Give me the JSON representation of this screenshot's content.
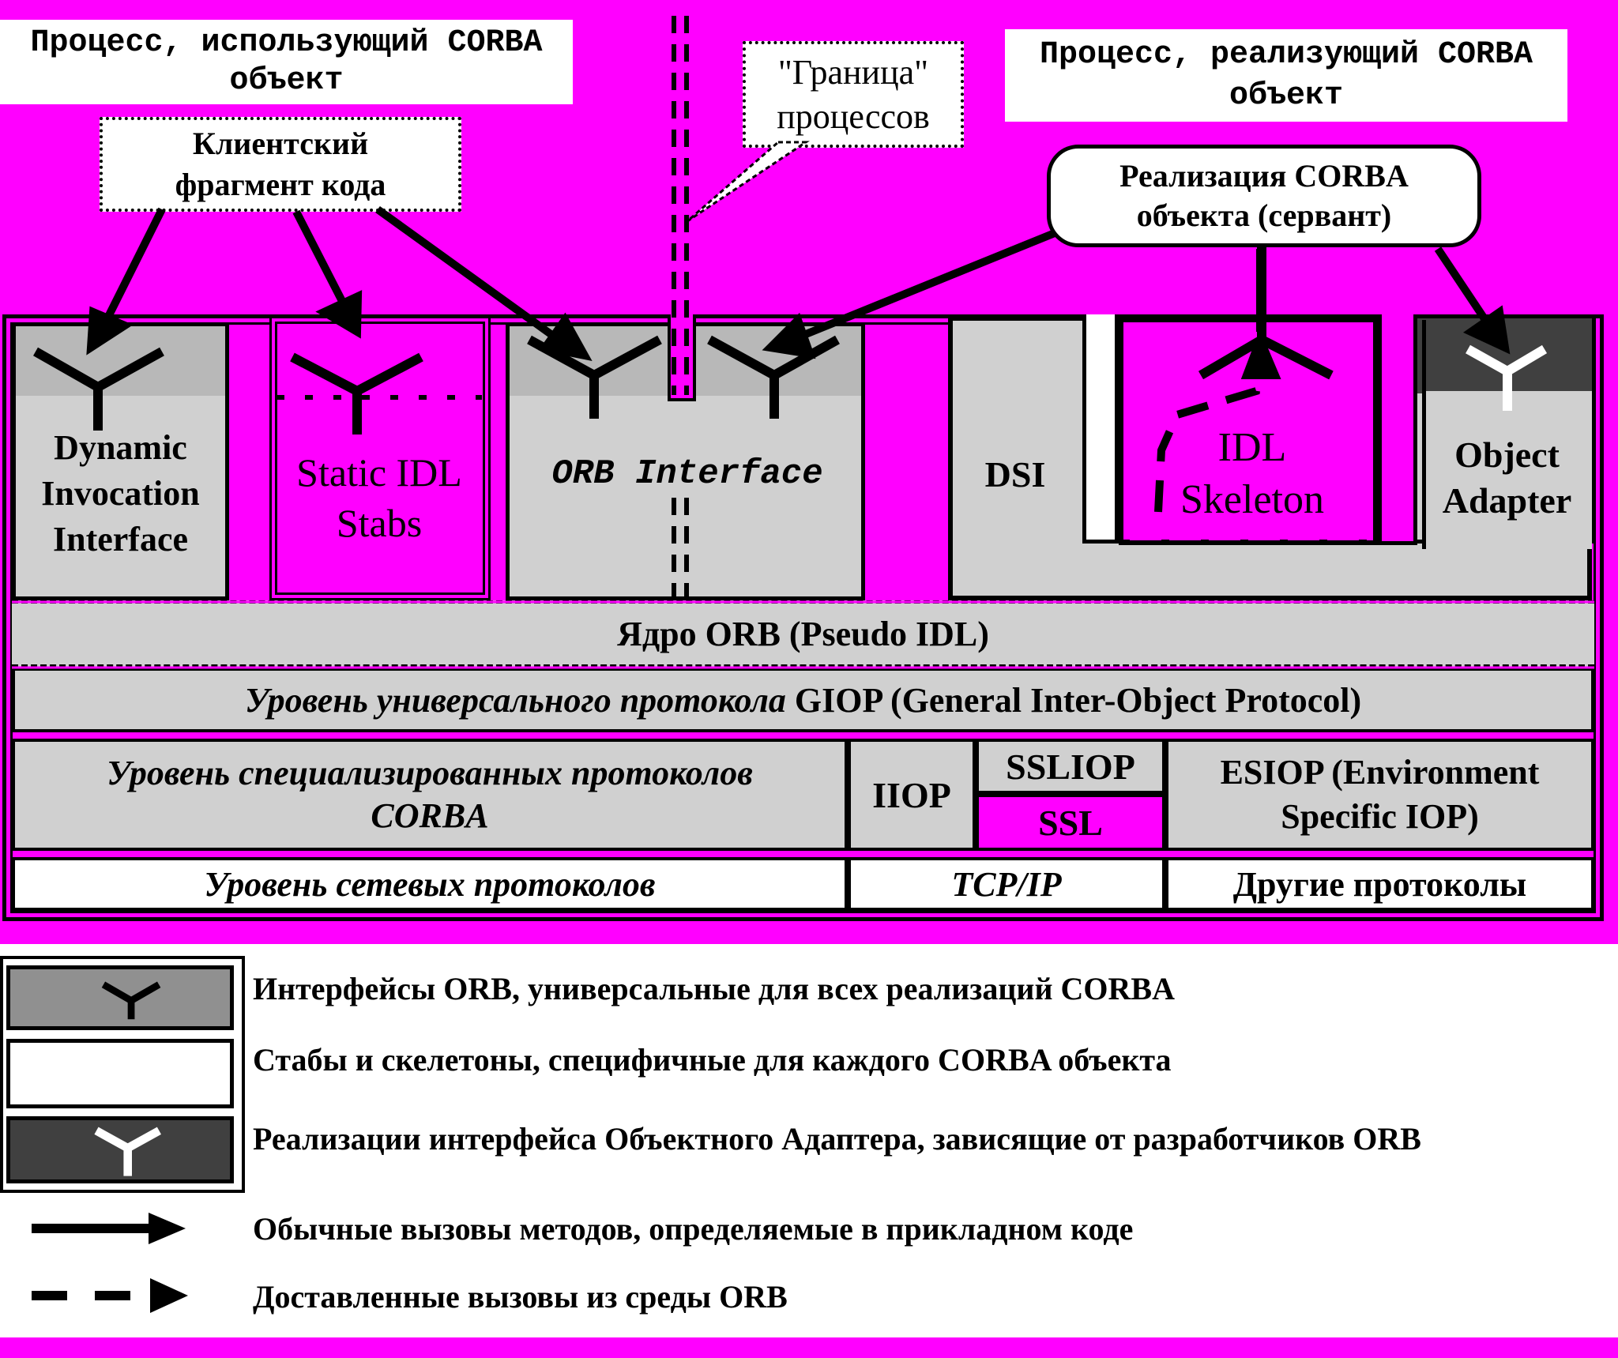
{
  "header": {
    "client_process": "Процесс, использующий CORBA объект",
    "server_process": "Процесс, реализующий CORBA объект",
    "client_code": "Клиентский фрагмент кода",
    "process_boundary": "\"Граница\" процессов",
    "servant": "Реализация CORBA объекта (сервант)"
  },
  "components": {
    "dii": "Dynamic Invocation Interface",
    "static_stubs": "Static IDL Stabs",
    "orb_interface": "ORB Interface",
    "dsi": "DSI",
    "idl_skeleton": "IDL Skeleton",
    "object_adapter": "Object Adapter"
  },
  "layers": {
    "orb_core": "Ядро ORB (Pseudo IDL)",
    "giop_prefix": "Уровень универсального протокола",
    "giop_suffix": "GIOP (General Inter-Object Protocol)",
    "specialized": "Уровень специализированных протоколов CORBA",
    "iiop": "IIOP",
    "ssliop": "SSLIOP",
    "ssl": "SSL",
    "esiop": "ESIOP (Environment Specific IOP)",
    "network": "Уровень сетевых протоколов",
    "tcpip": "TCP/IP",
    "other_protocols": "Другие протоколы"
  },
  "legend": {
    "orb_interfaces": "Интерфейсы ORB, универсальные для всех реализаций CORBA",
    "stubs_skeletons": "Стабы и скелетоны, специфичные для каждого CORBA объекта",
    "adapter_impl": "Реализации интерфейса Объектного Адаптера, зависящие от разработчиков ORB",
    "regular_calls": "Обычные вызовы методов, определяемые в прикладном коде",
    "delivered_calls": "Доставленные вызовы из среды ORB"
  },
  "colors": {
    "magenta": "#ff00ff",
    "light_grey": "#d0d0d0",
    "mid_grey": "#909090",
    "dark_grey": "#404040"
  }
}
